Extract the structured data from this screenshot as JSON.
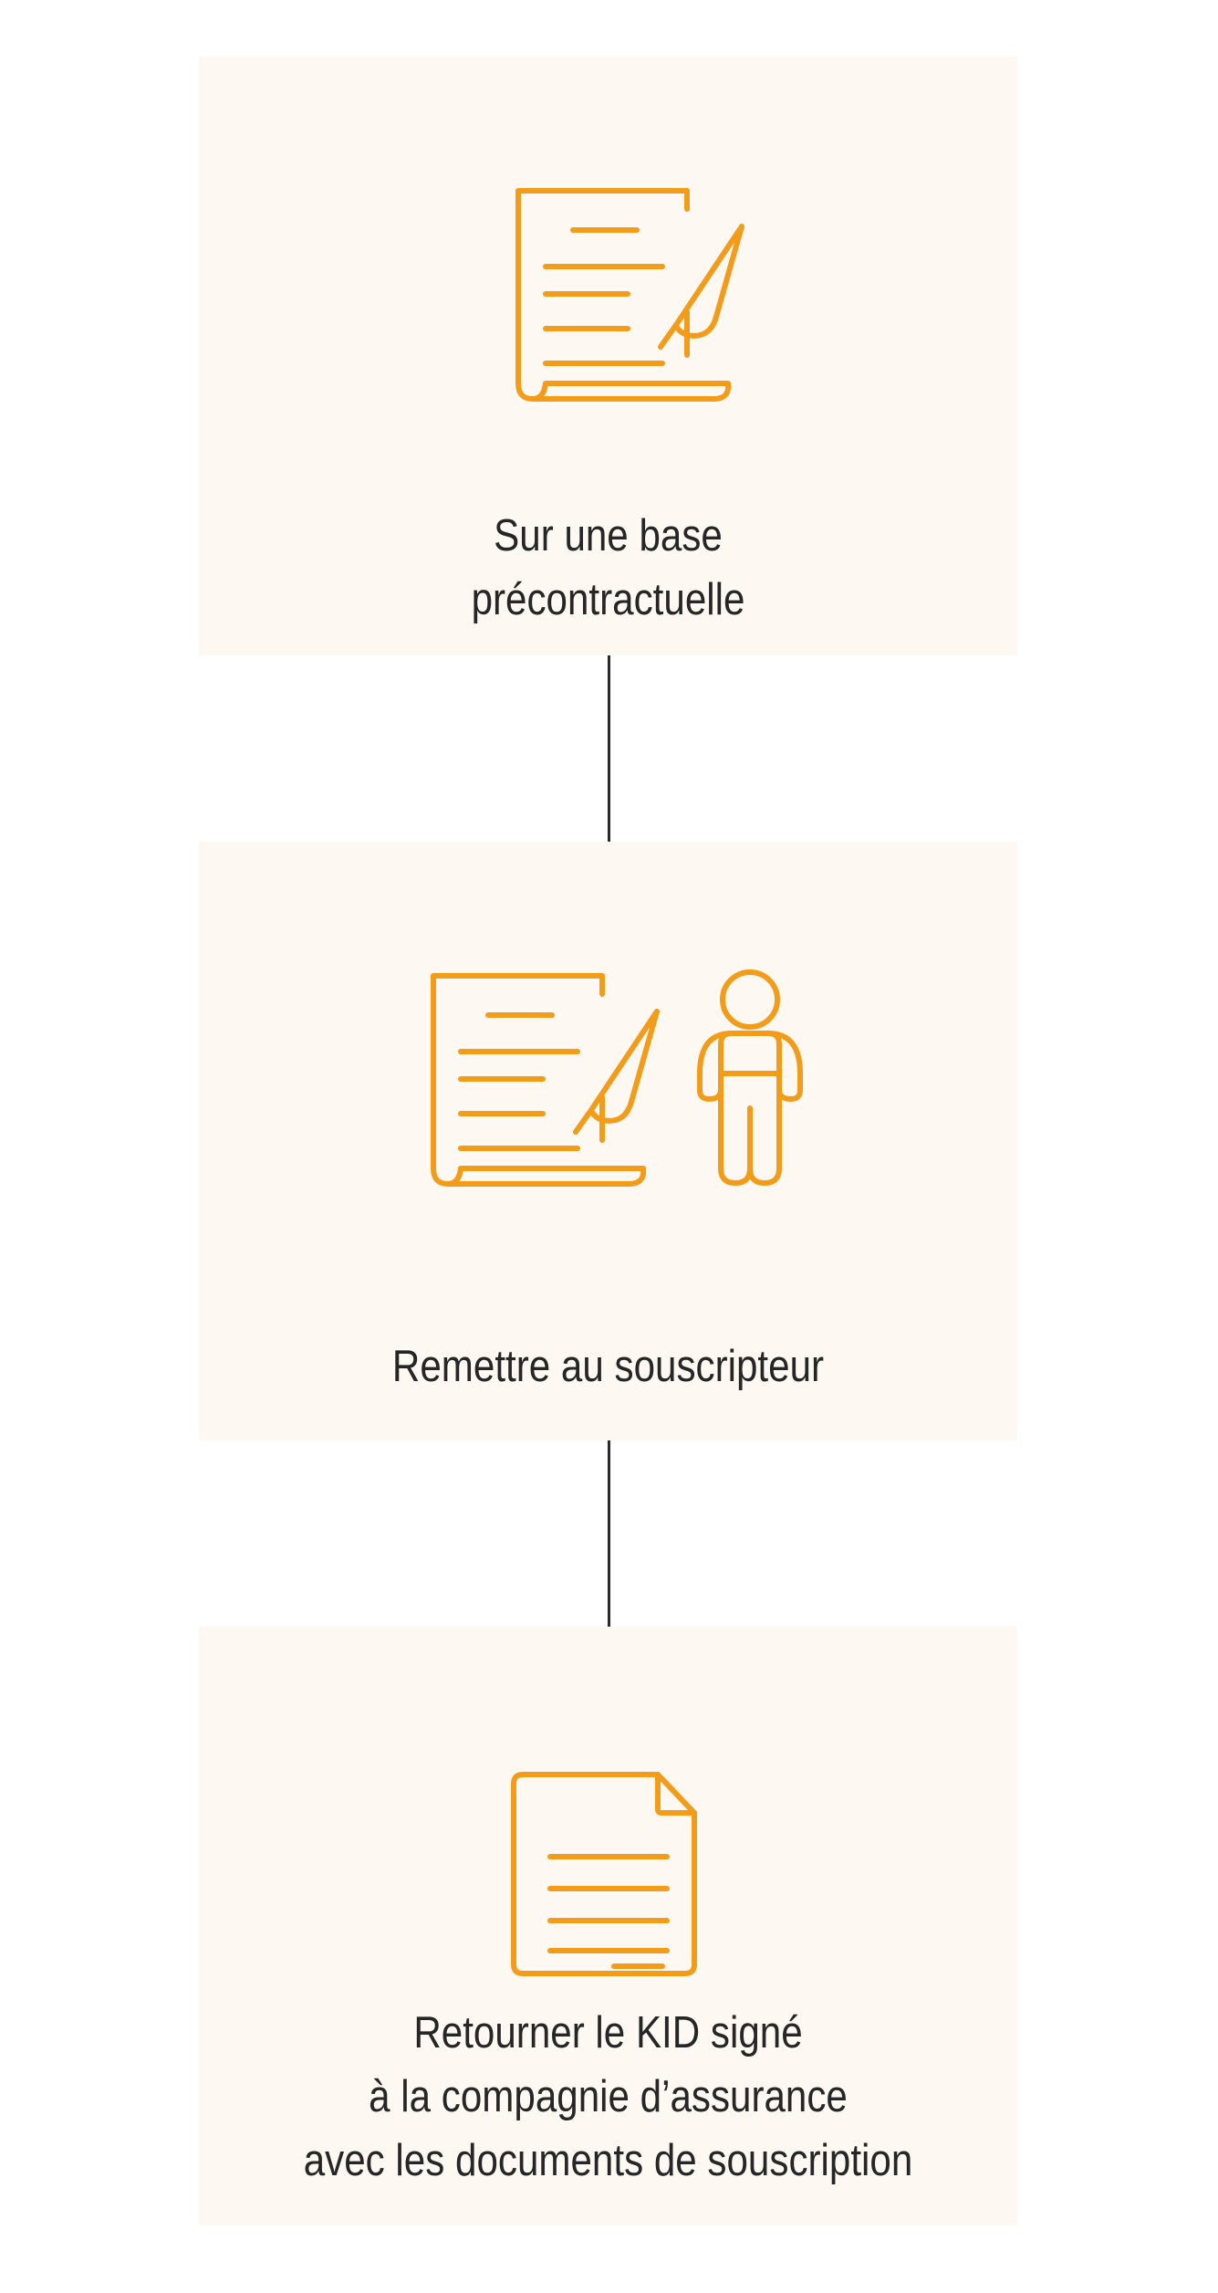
{
  "colors": {
    "accent": "#f39c1a",
    "card_background": "#fdf8f2",
    "text": "#262626",
    "connector": "#2b2b2b"
  },
  "steps": [
    {
      "icon": "signing-document-icon",
      "lines": [
        "Sur une base",
        "précontractuelle"
      ]
    },
    {
      "icon": "document-handover-person-icon",
      "lines": [
        "Remettre au souscripteur"
      ]
    },
    {
      "icon": "document-icon",
      "lines": [
        "Retourner le KID signé",
        "à la compagnie d’assurance",
        "avec les documents de souscription"
      ]
    }
  ]
}
